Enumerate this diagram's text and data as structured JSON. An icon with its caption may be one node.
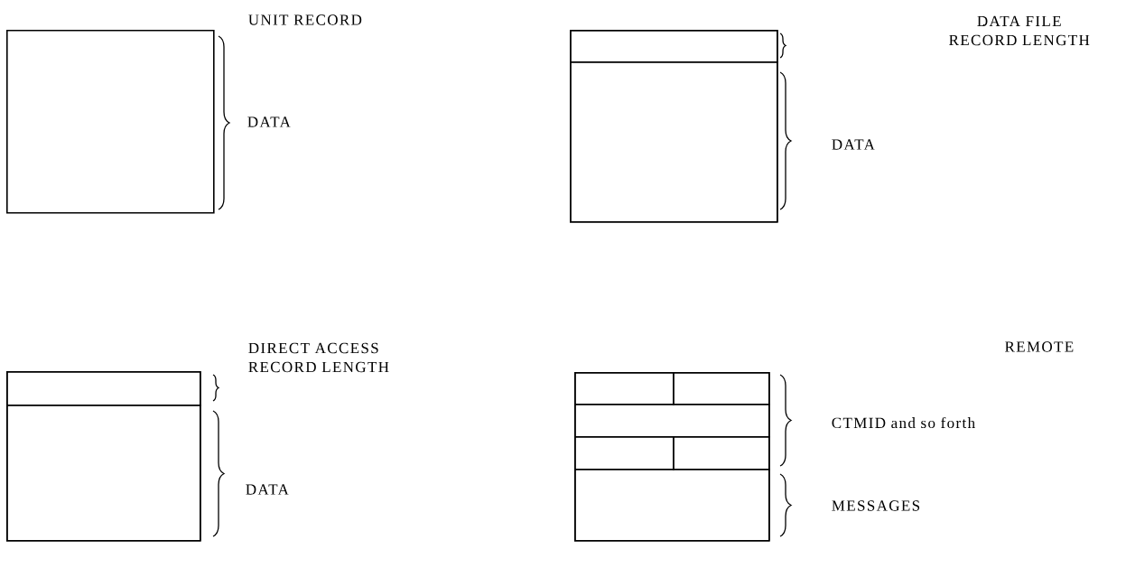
{
  "diagram": {
    "nodes": [
      {
        "text": [
          "UNIT RECORD"
        ]
      },
      {
        "text": [],
        "shape": "box"
      },
      {
        "text": [],
        "shape": "box",
        "in": 1
      },
      {
        "text": [],
        "shape": "box",
        "in": 1
      },
      {
        "text": [
          "DIRECT ACCESS RECORD LENGTH"
        ]
      },
      {
        "text": [],
        "shape": "box",
        "in": 4
      },
      {
        "text": [],
        "shape": "box",
        "in": 4
      },
      {
        "text": [],
        "shape": "box"
      },
      {
        "text": [],
        "shape": "box",
        "in": 7
      },
      {
        "text": [],
        "shape": "box",
        "in": 7
      },
      {
        "text": [],
        "shape": "box",
        "in": 7
      },
      {
        "text": [],
        "shape": "box",
        "in": 7
      },
      {
        "text": [],
        "shape": "box",
        "in": 7
      },
      {
        "text": [],
        "shape": "box",
        "in": 7
      }
    ],
    "labels": [
      "DATA FILE RECORD LENGTH",
      "DATA",
      "DATA",
      "REMOTE",
      "CTMID and so forth",
      "DATA",
      "MESSAGES"
    ]
  }
}
